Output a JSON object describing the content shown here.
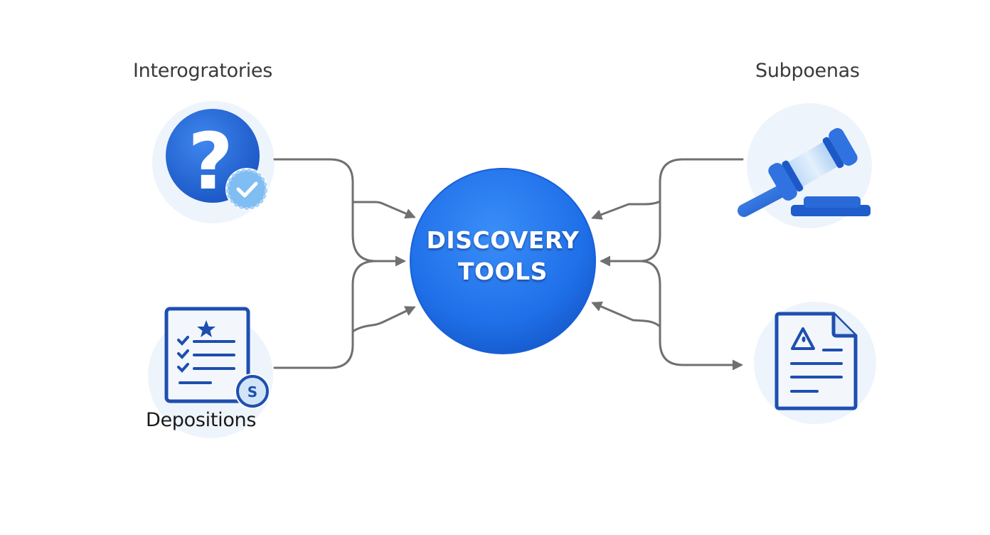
{
  "diagram": {
    "title": "Discovery Tools",
    "center": {
      "line1": "DISCOVERY",
      "line2": "TOOLS"
    },
    "nodes": [
      {
        "id": "interrogatories",
        "label": "Interogratories",
        "icon": "question-mark-badge-icon",
        "position": "top-left",
        "arrow_direction": "to-center"
      },
      {
        "id": "depositions",
        "label": "Depositions",
        "icon": "checklist-document-seal-icon",
        "position": "bottom-left",
        "arrow_direction": "to-center"
      },
      {
        "id": "subpoenas",
        "label": "Subpoenas",
        "icon": "gavel-icon",
        "position": "top-right",
        "arrow_direction": "to-center"
      },
      {
        "id": "document-requests",
        "label": "",
        "icon": "document-warning-icon",
        "position": "bottom-right",
        "arrow_direction": "from-center"
      }
    ],
    "colors": {
      "center_fill": "#1f6fe8",
      "icon_blue": "#1e4fb0",
      "icon_halo": "#eef4fb",
      "arrow": "#707070",
      "label_text": "#3a3a3a"
    }
  }
}
